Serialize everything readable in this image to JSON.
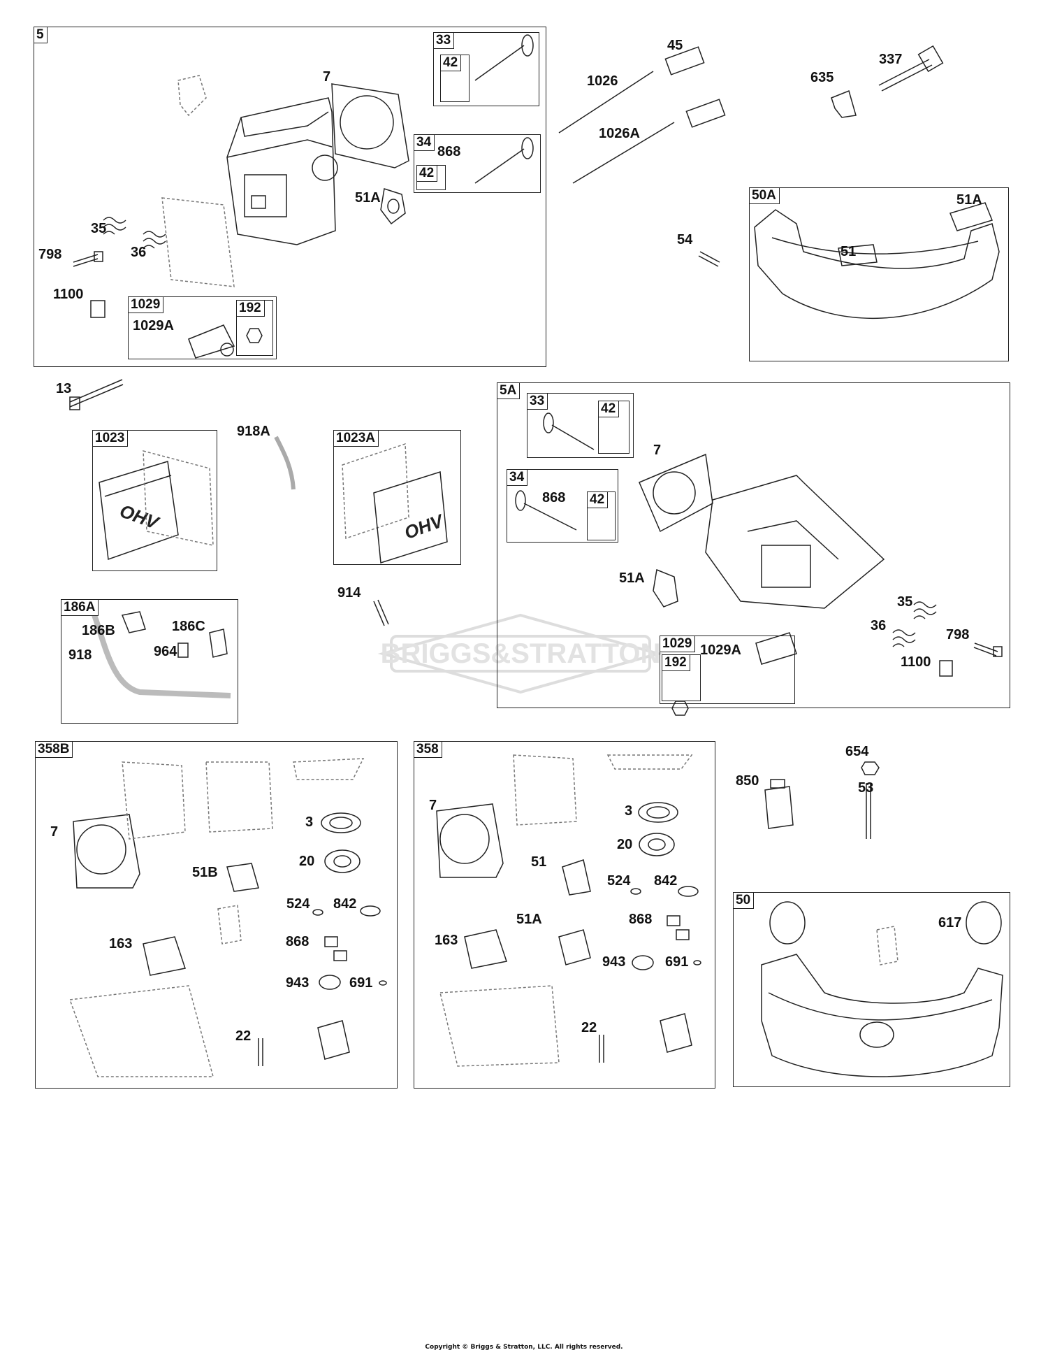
{
  "watermark": "BRIGGS&STRATTON",
  "copyright": "Copyright © Briggs & Stratton, LLC. All rights reserved.",
  "groups": {
    "g5": "5",
    "g33": "33",
    "g42a": "42",
    "g34": "34",
    "g42b": "42",
    "g1029": "1029",
    "g192": "192",
    "g50A": "50A",
    "g1023": "1023",
    "g1023A": "1023A",
    "g186A": "186A",
    "g5A": "5A",
    "g33b": "33",
    "g42c": "42",
    "g34b": "34",
    "g42d": "42",
    "g1029b": "1029",
    "g192b": "192",
    "g358B": "358B",
    "g358": "358",
    "g50": "50"
  },
  "labels": {
    "l7a": "7",
    "l868a": "868",
    "l51Aa": "51A",
    "l35a": "35",
    "l798a": "798",
    "l36a": "36",
    "l1100a": "1100",
    "l1029Aa": "1029A",
    "l45": "45",
    "l1026": "1026",
    "l1026A": "1026A",
    "l635": "635",
    "l337": "337",
    "l54": "54",
    "l51Ab": "51A",
    "l51": "51",
    "l13": "13",
    "l918A": "918A",
    "l914": "914",
    "l186B": "186B",
    "l186C": "186C",
    "l918": "918",
    "l964": "964",
    "l868b": "868",
    "l7b": "7",
    "l51Ac": "51A",
    "l35b": "35",
    "l36b": "36",
    "l798b": "798",
    "l1100b": "1100",
    "l1029Ab": "1029A",
    "l7c": "7",
    "l3a": "3",
    "l20a": "20",
    "l51B": "51B",
    "l524a": "524",
    "l842a": "842",
    "l163a": "163",
    "l868c": "868",
    "l943a": "943",
    "l691a": "691",
    "l22a": "22",
    "l7d": "7",
    "l3b": "3",
    "l20b": "20",
    "l51c": "51",
    "l524b": "524",
    "l842b": "842",
    "l51Ad": "51A",
    "l868d": "868",
    "l163b": "163",
    "l943b": "943",
    "l691b": "691",
    "l22b": "22",
    "l654": "654",
    "l850": "850",
    "l53": "53",
    "l617": "617"
  },
  "icons": [
    "cylinder-head-icon",
    "valve-icon",
    "gasket-icon",
    "spring-icon",
    "bolt-icon",
    "rocker-arm-icon",
    "push-rod-icon",
    "spark-plug-icon",
    "intake-manifold-icon",
    "valve-cover-icon",
    "breather-tube-icon",
    "seal-icon",
    "sealant-tube-icon",
    "stud-icon"
  ]
}
